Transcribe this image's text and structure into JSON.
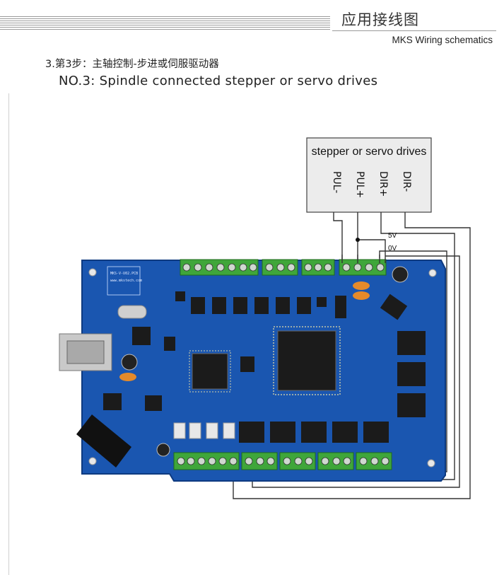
{
  "header": {
    "title": "应用接线图",
    "subtitle": "MKS Wiring schematics"
  },
  "step": {
    "heading_cn": "3.第3步：主轴控制-步进或伺服驱动器",
    "heading_en": "NO.3: Spindle connected stepper or servo drives"
  },
  "driver_box": {
    "label": "stepper or servo drives",
    "pins": [
      "PUL-",
      "PUL+",
      "DIR+",
      "DIR-"
    ]
  },
  "wire_labels": {
    "v5": "5V",
    "v0": "0V"
  },
  "board": {
    "silk_ids": [
      "MKS-V-U02.PCB",
      "www.mkstech.com"
    ],
    "pcb_color": "#1a56b0",
    "terminal_color": "#3fa63a"
  }
}
